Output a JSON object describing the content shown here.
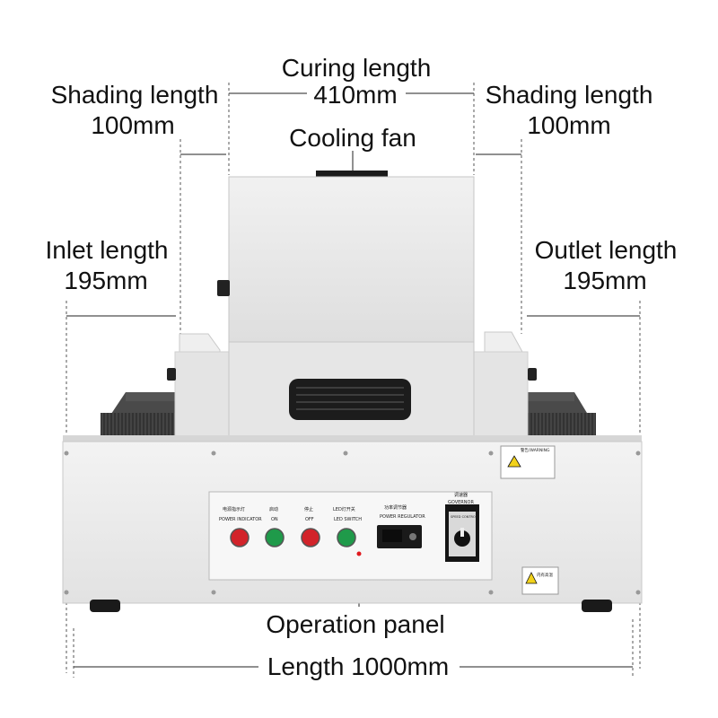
{
  "annotations": {
    "curing_title": "Curing length",
    "curing_value": "410mm",
    "shading_left_title": "Shading length",
    "shading_left_value": "100mm",
    "shading_right_title": "Shading length",
    "shading_right_value": "100mm",
    "cooling_fan": "Cooling fan",
    "inlet_title": "Inlet length",
    "inlet_value": "195mm",
    "outlet_title": "Outlet length",
    "outlet_value": "195mm",
    "operation_panel": "Operation panel",
    "length": "Length 1000mm"
  },
  "panel": {
    "power_indicator_cn": "电源指示灯",
    "power_indicator_en": "POWER INDICATOR",
    "on_cn": "启动",
    "on_en": "ON",
    "off_cn": "停止",
    "off_en": "OFF",
    "led_switch_cn": "LED灯开关",
    "led_switch_en": "LED SWITCH",
    "power_regulator_cn": "功率调节器",
    "power_regulator_en": "POWER REGULATOR",
    "governor_cn": "调速器",
    "governor_en": "GOVERNOR",
    "speed_control": "SPEED CONTROL"
  },
  "warnings": {
    "warning_title": "警告/WARNING",
    "caution_title": "内有高温"
  },
  "colors": {
    "machine_body": "#e9e9e9",
    "machine_top": "#dcdcdc",
    "belt": "#3a3a3a",
    "button_red": "#d2232a",
    "button_green": "#1f9a4a",
    "warning_yellow": "#f2d21b",
    "pointer_red": "#e0191e"
  }
}
